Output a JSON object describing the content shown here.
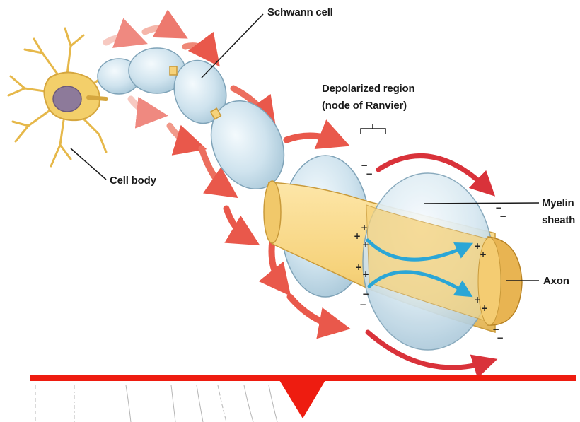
{
  "diagram": {
    "labels": {
      "schwann_cell": "Schwann cell",
      "depolarized_line1": "Depolarized region",
      "depolarized_line2": "(node of Ranvier)",
      "cell_body": "Cell body",
      "myelin_line1": "Myelin",
      "myelin_line2": "sheath",
      "axon": "Axon"
    },
    "charges": {
      "positive": "+",
      "negative": "−"
    },
    "colors": {
      "axon": "#f6d27a",
      "axon_edge": "#c99a3a",
      "myelin": "#cfe3ee",
      "myelin_edge": "#7fa3b8",
      "cell_body": "#f3cf6a",
      "nucleus": "#8d7a9a",
      "current_arrows": "#e9584b",
      "inner_arrows": "#2ba6d6",
      "bottom_bar": "#ee1c10",
      "marker": "#ee1c10"
    }
  }
}
